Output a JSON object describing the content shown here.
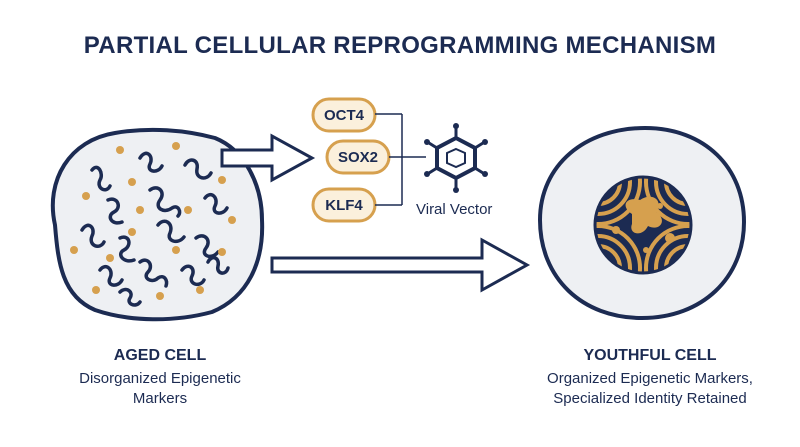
{
  "title": "PARTIAL CELLULAR REPROGRAMMING MECHANISM",
  "aged_cell": {
    "heading": "AGED CELL",
    "description": "Disorganized Epigenetic\nMarkers"
  },
  "youthful_cell": {
    "heading": "YOUTHFUL CELL",
    "description": "Organized Epigenetic Markers,\nSpecialized Identity Retained"
  },
  "factors": [
    "OCT4",
    "SOX2",
    "KLF4"
  ],
  "vector_label": "Viral Vector",
  "colors": {
    "navy": "#1c2b52",
    "gold": "#d6a04e",
    "cell_fill": "#eef0f3",
    "factor_fill": "#fbf0dc"
  },
  "icons": [
    "viral-vector-icon",
    "arrow-icon"
  ]
}
